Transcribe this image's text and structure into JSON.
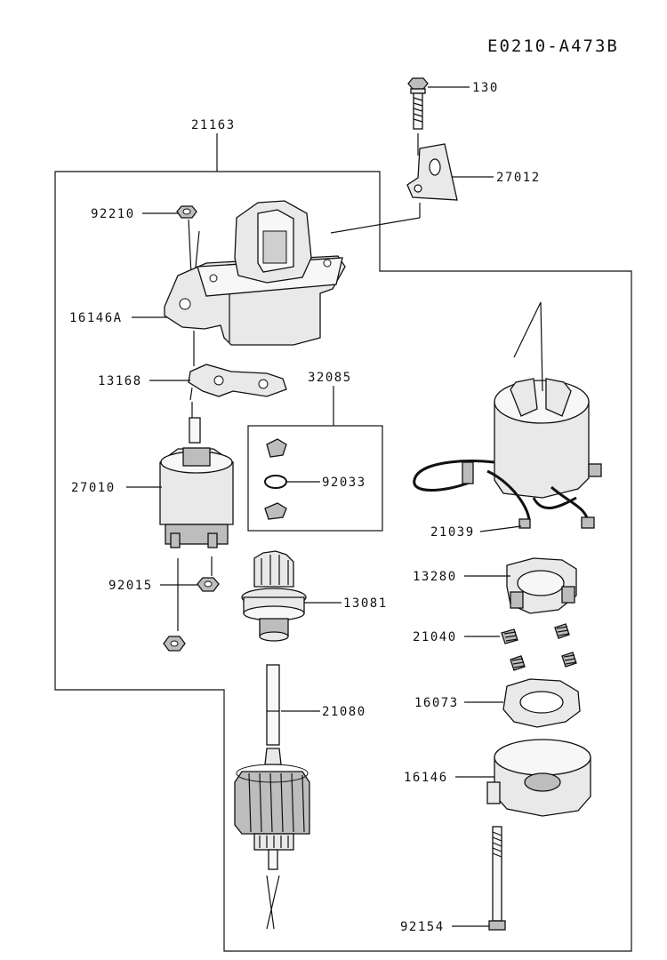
{
  "diagram_code": "E0210-A473B",
  "parts": [
    {
      "id": "130"
    },
    {
      "id": "21163"
    },
    {
      "id": "27012"
    },
    {
      "id": "92210"
    },
    {
      "id": "16146A"
    },
    {
      "id": "13168"
    },
    {
      "id": "32085"
    },
    {
      "id": "27010"
    },
    {
      "id": "92033"
    },
    {
      "id": "21039"
    },
    {
      "id": "13280"
    },
    {
      "id": "92015"
    },
    {
      "id": "13081"
    },
    {
      "id": "21040"
    },
    {
      "id": "16073"
    },
    {
      "id": "21080"
    },
    {
      "id": "16146"
    },
    {
      "id": "92154"
    }
  ]
}
